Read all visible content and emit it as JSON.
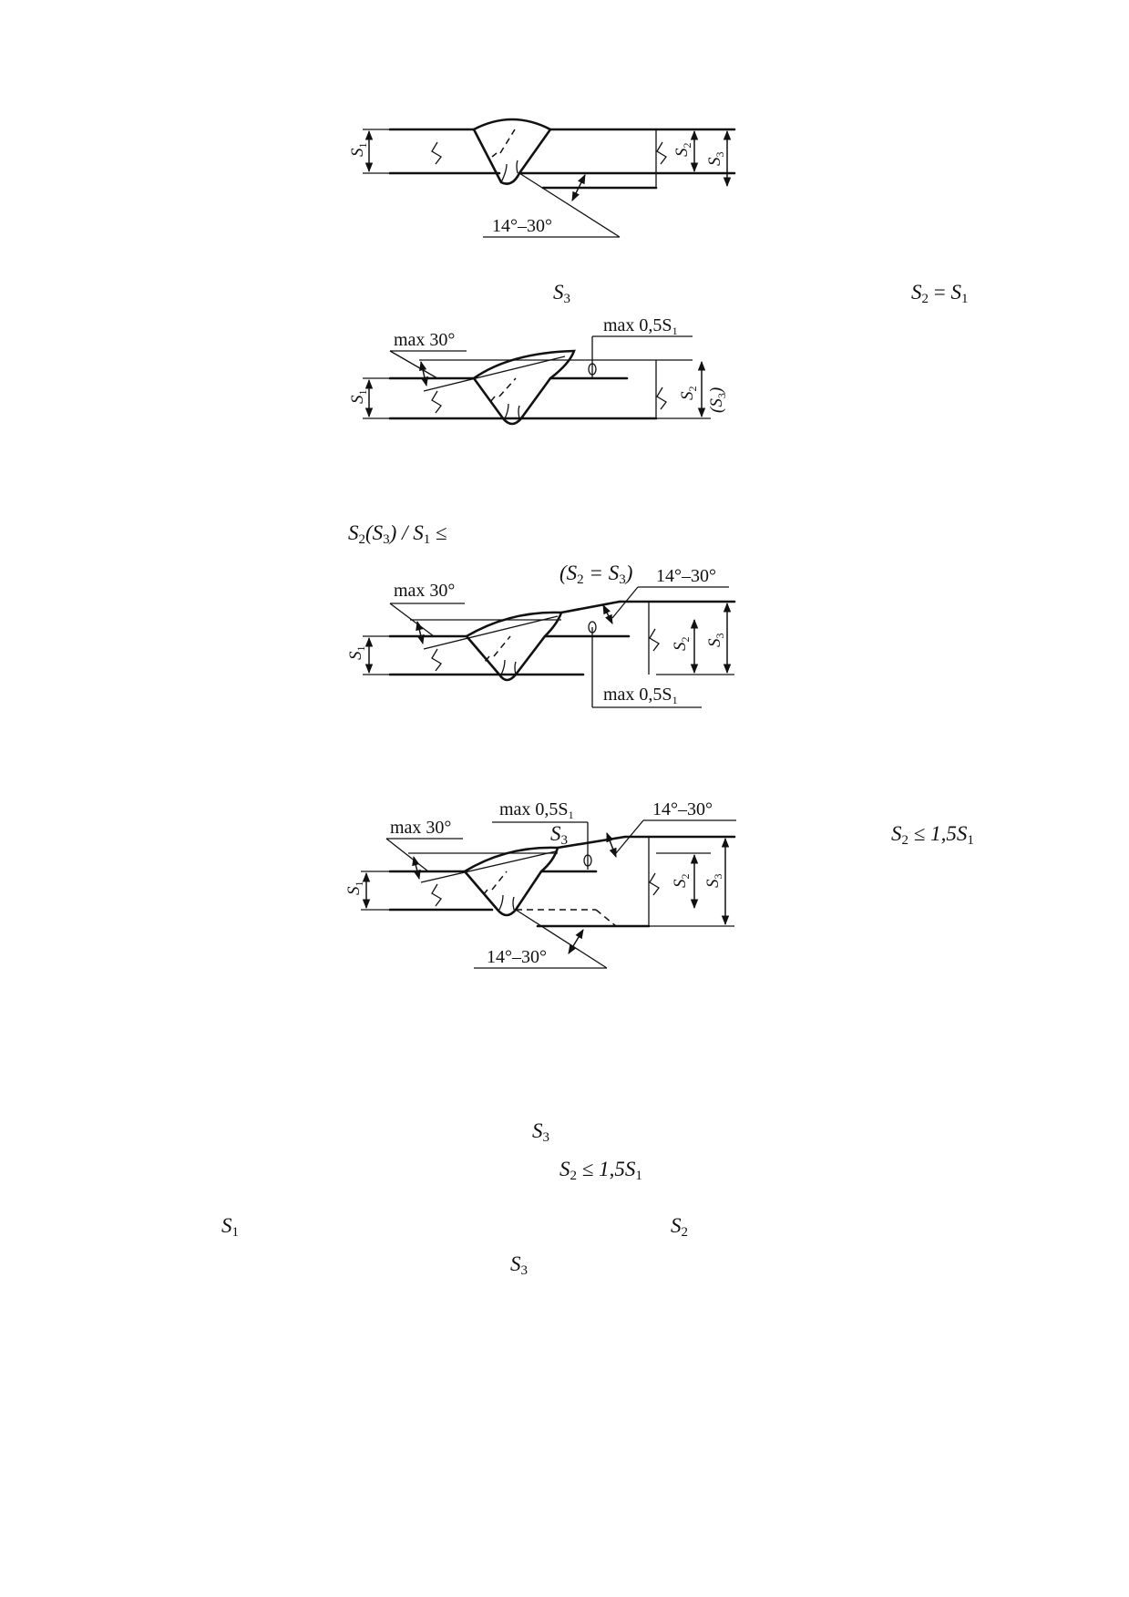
{
  "figures": [
    {
      "id": "fig1",
      "labels": {
        "s_left": "S",
        "s_left_sub": "1",
        "s_mid": "S",
        "s_mid_sub": "2",
        "s_right": "S",
        "s_right_sub": "3",
        "angle": "14°–30°"
      }
    },
    {
      "id": "fig2",
      "labels": {
        "max_angle": "max 30°",
        "max_offset": "max 0,5S",
        "max_offset_sub": "1",
        "s_left": "S",
        "s_left_sub": "1",
        "s_mid": "S",
        "s_mid_sub": "2",
        "s_right": "(S",
        "s_right_sub": "3",
        "s_right_close": ")"
      }
    },
    {
      "id": "fig3",
      "labels": {
        "max_angle": "max 30°",
        "angle": "14°–30°",
        "max_offset": "max 0,5S",
        "max_offset_sub": "1",
        "s_left": "S",
        "s_left_sub": "1",
        "s_mid": "S",
        "s_mid_sub": "2",
        "s_right": "S",
        "s_right_sub": "3"
      }
    },
    {
      "id": "fig4",
      "labels": {
        "max_angle": "max 30°",
        "max_offset": "max 0,5S",
        "max_offset_sub": "1",
        "angle_top": "14°–30°",
        "angle_bottom": "14°–30°",
        "s_left": "S",
        "s_left_sub": "1",
        "s_mid": "S",
        "s_mid_sub": "2",
        "s_right": "S",
        "s_right_sub": "3"
      }
    }
  ],
  "captions": {
    "c1_s3": "S",
    "c1_s3_sub": "3",
    "c1_eq_a": "S",
    "c1_eq_a_sub": "2",
    "c1_eq_op": " = ",
    "c1_eq_b": "S",
    "c1_eq_b_sub": "1",
    "c2_a": "S",
    "c2_a_sub": "2",
    "c2_b": "(S",
    "c2_b_sub": "3",
    "c2_c": ") / S",
    "c2_c_sub": "1",
    "c2_d": " ≤",
    "c3_a": "(S",
    "c3_a_sub": "2",
    "c3_b": " = S",
    "c3_b_sub": "3",
    "c3_c": ")",
    "c4_s3": "S",
    "c4_s3_sub": "3",
    "c4_eq_a": "S",
    "c4_eq_a_sub": "2",
    "c4_eq_b": " ≤ 1,5S",
    "c4_eq_b_sub": "1",
    "c5_s3": "S",
    "c5_s3_sub": "3",
    "c6_a": "S",
    "c6_a_sub": "2",
    "c6_b": " ≤ 1,5S",
    "c6_b_sub": "1",
    "c7_s1": "S",
    "c7_s1_sub": "1",
    "c7_s2": "S",
    "c7_s2_sub": "2",
    "c8_s3": "S",
    "c8_s3_sub": "3"
  }
}
